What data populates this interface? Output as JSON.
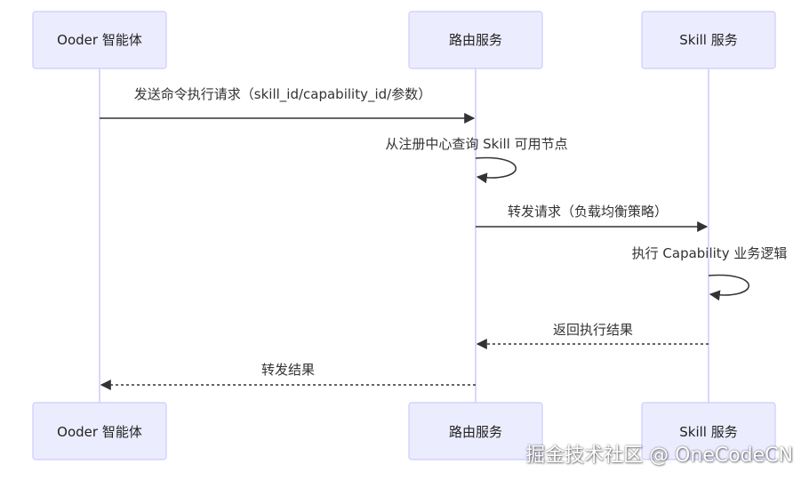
{
  "actors": [
    {
      "label": "Ooder 智能体"
    },
    {
      "label": "路由服务"
    },
    {
      "label": "Skill 服务"
    }
  ],
  "messages": [
    {
      "from": 0,
      "to": 1,
      "label": "发送命令执行请求（skill_id/capability_id/参数）",
      "style": "solid"
    },
    {
      "from": 1,
      "to": 1,
      "label": "从注册中心查询 Skill 可用节点",
      "style": "solid"
    },
    {
      "from": 1,
      "to": 2,
      "label": "转发请求（负载均衡策略）",
      "style": "solid"
    },
    {
      "from": 2,
      "to": 2,
      "label": "执行 Capability 业务逻辑",
      "style": "solid"
    },
    {
      "from": 2,
      "to": 1,
      "label": "返回执行结果",
      "style": "dotted"
    },
    {
      "from": 1,
      "to": 0,
      "label": "转发结果",
      "style": "dotted"
    }
  ],
  "colors": {
    "actor_fill": "#ECECFF",
    "actor_stroke": "#CCCCFF",
    "lifeline": "#CCCCFF",
    "line": "#333333"
  },
  "watermark": "掘金技术社区 @ OneCodeCN"
}
